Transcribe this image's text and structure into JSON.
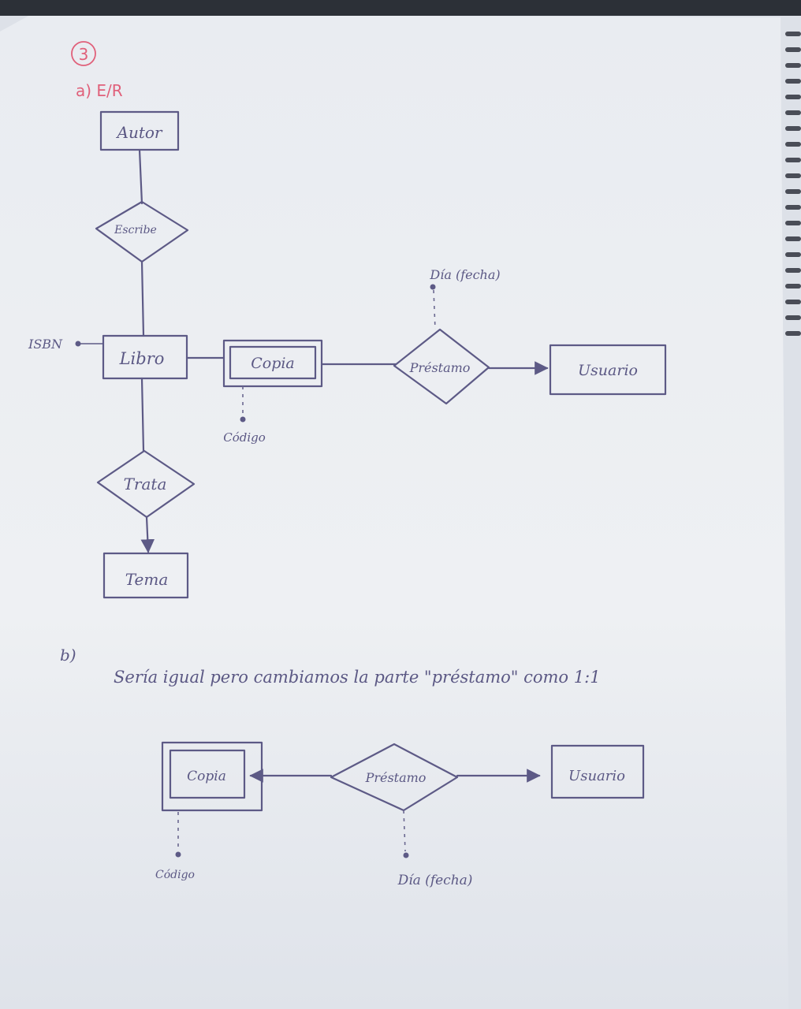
{
  "question_number": "3",
  "part_a": {
    "label": "a) E/R",
    "entities": {
      "autor": "Autor",
      "libro": "Libro",
      "copia": "Copia",
      "usuario": "Usuario",
      "tema": "Tema"
    },
    "relationships": {
      "escribe": "Escribe",
      "prestamo": "Préstamo",
      "trata": "Trata"
    },
    "attributes": {
      "isbn": "ISBN",
      "codigo": "Código",
      "dia": "Día (fecha)"
    }
  },
  "part_b": {
    "label": "b)",
    "text": "Sería igual pero cambiamos la parte \"préstamo\" como 1:1",
    "entities": {
      "copia": "Copia",
      "usuario": "Usuario"
    },
    "relationship": "Préstamo",
    "attributes": {
      "codigo": "Código",
      "dia": "Día (fecha)"
    }
  },
  "colors": {
    "ink": "#5d5a86",
    "red_ink": "#e0607a",
    "paper": "#eef0f3"
  }
}
